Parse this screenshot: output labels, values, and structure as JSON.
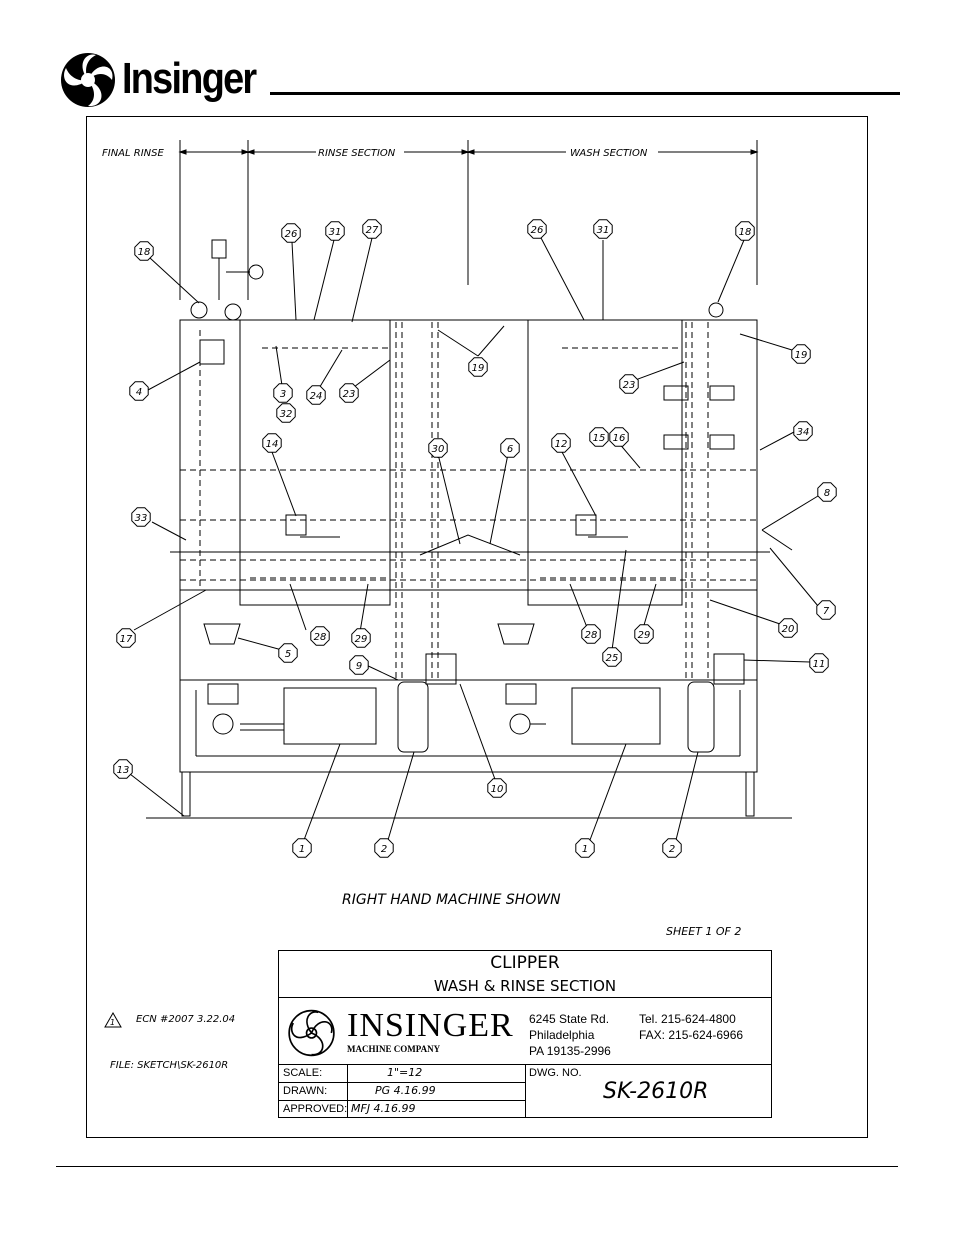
{
  "header": {
    "brand": "Insinger"
  },
  "sections": {
    "final_rinse": "FINAL RINSE",
    "rinse": "RINSE SECTION",
    "wash": "WASH SECTION"
  },
  "callouts": [
    {
      "id": "c1",
      "n": "18"
    },
    {
      "id": "c2",
      "n": "26"
    },
    {
      "id": "c3",
      "n": "31"
    },
    {
      "id": "c4",
      "n": "27"
    },
    {
      "id": "c5",
      "n": "26"
    },
    {
      "id": "c6",
      "n": "31"
    },
    {
      "id": "c7",
      "n": "18"
    },
    {
      "id": "c8",
      "n": "19"
    },
    {
      "id": "c9",
      "n": "19"
    },
    {
      "id": "c10",
      "n": "4"
    },
    {
      "id": "c11",
      "n": "3"
    },
    {
      "id": "c12",
      "n": "24"
    },
    {
      "id": "c13",
      "n": "23"
    },
    {
      "id": "c14",
      "n": "32"
    },
    {
      "id": "c15",
      "n": "23"
    },
    {
      "id": "c16",
      "n": "14"
    },
    {
      "id": "c17",
      "n": "30"
    },
    {
      "id": "c18",
      "n": "6"
    },
    {
      "id": "c19",
      "n": "12"
    },
    {
      "id": "c20",
      "n": "15"
    },
    {
      "id": "c21",
      "n": "16"
    },
    {
      "id": "c22",
      "n": "34"
    },
    {
      "id": "c23",
      "n": "8"
    },
    {
      "id": "c24",
      "n": "33"
    },
    {
      "id": "c25",
      "n": "7"
    },
    {
      "id": "c26",
      "n": "17"
    },
    {
      "id": "c27",
      "n": "28"
    },
    {
      "id": "c28",
      "n": "29"
    },
    {
      "id": "c29",
      "n": "5"
    },
    {
      "id": "c30",
      "n": "9"
    },
    {
      "id": "c31",
      "n": "28"
    },
    {
      "id": "c32",
      "n": "29"
    },
    {
      "id": "c33",
      "n": "25"
    },
    {
      "id": "c34",
      "n": "20"
    },
    {
      "id": "c35",
      "n": "11"
    },
    {
      "id": "c36",
      "n": "13"
    },
    {
      "id": "c37",
      "n": "10"
    },
    {
      "id": "c38",
      "n": "1"
    },
    {
      "id": "c39",
      "n": "2"
    },
    {
      "id": "c40",
      "n": "1"
    },
    {
      "id": "c41",
      "n": "2"
    }
  ],
  "caption": "RIGHT HAND MACHINE SHOWN",
  "sheet": "SHEET 1 OF 2",
  "ecn": "ECN #2007   3.22.04",
  "file": "FILE: SKETCH\\SK-2610R",
  "title_block": {
    "title1": "CLIPPER",
    "title2": "WASH & RINSE SECTION",
    "company_name": "INSINGER",
    "company_sub": "MACHINE COMPANY",
    "addr1": "6245 State Rd.",
    "addr2": "Philadelphia",
    "addr3": "PA 19135-2996",
    "tel": "Tel. 215-624-4800",
    "fax": "FAX: 215-624-6966",
    "scale_label": "SCALE:",
    "scale_value": "1\"=12",
    "drawn_label": "DRAWN:",
    "drawn_value": "PG 4.16.99",
    "approved_label": "APPROVED:",
    "approved_value": "MFJ 4.16.99",
    "dwg_label": "DWG. NO.",
    "dwg_value": "SK-2610R"
  }
}
